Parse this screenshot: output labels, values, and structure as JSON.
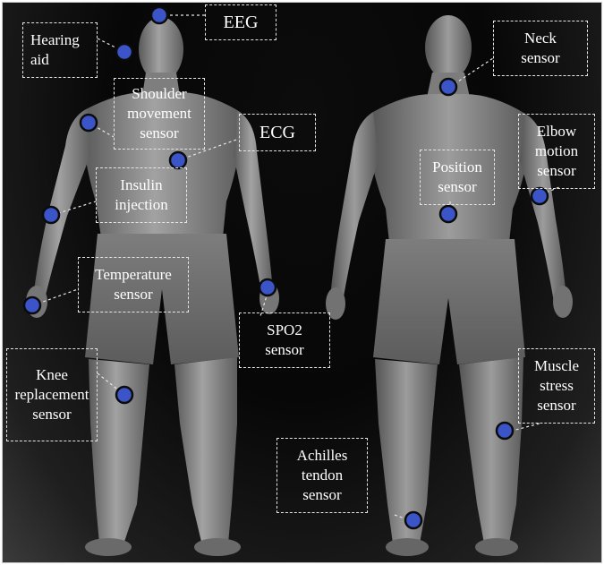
{
  "sensors": {
    "eeg": "EEG",
    "hearing_aid": "Hearing\naid",
    "shoulder": "Shoulder\nmovement\nsensor",
    "ecg": "ECG",
    "insulin": "Insulin\ninjection",
    "temperature": "Temperature\nsensor",
    "spo2": "SPO2\nsensor",
    "knee": "Knee\nreplacement\nsensor",
    "neck": "Neck\nsensor",
    "elbow": "Elbow\nmotion\nsensor",
    "position": "Position\nsensor",
    "muscle": "Muscle\nstress\nsensor",
    "achilles": "Achilles\ntendon\nsensor"
  },
  "colors": {
    "sensor_dot": "#3b55c9",
    "label_border": "#e6e6e6",
    "label_text": "#ffffff",
    "body": "#8f8f8f"
  }
}
